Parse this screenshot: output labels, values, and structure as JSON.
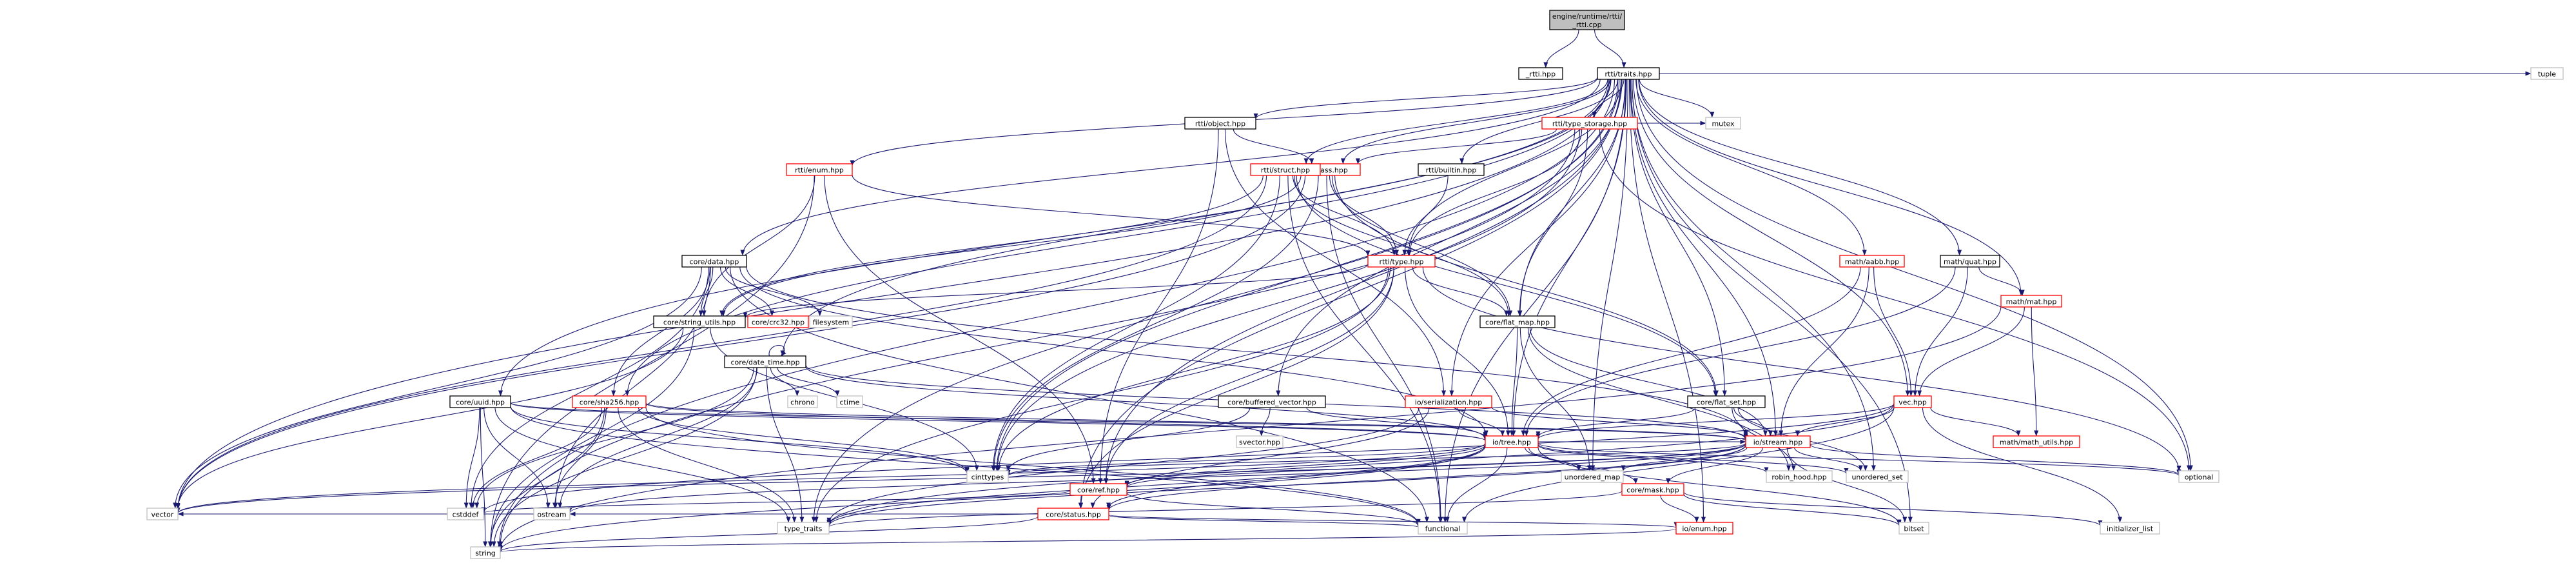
{
  "colors": {
    "edge": "#191970",
    "border_black": "#000000",
    "border_red": "#ff0000",
    "border_grey": "#bfbfbf",
    "root_fill": "#bfbfbf",
    "fill": "#ffffff",
    "text": "#000000"
  },
  "nodes": [
    {
      "id": "root",
      "label": "engine/runtime/rtti/_rtti.cpp",
      "kind": "root"
    },
    {
      "id": "rtti_hpp",
      "label": "_rtti.hpp",
      "kind": "black"
    },
    {
      "id": "traits",
      "label": "rtti/traits.hpp",
      "kind": "black"
    },
    {
      "id": "tuple",
      "label": "tuple",
      "kind": "grey"
    },
    {
      "id": "object",
      "label": "rtti/object.hpp",
      "kind": "black"
    },
    {
      "id": "type_storage",
      "label": "rtti/type_storage.hpp",
      "kind": "red"
    },
    {
      "id": "mutex",
      "label": "mutex",
      "kind": "grey"
    },
    {
      "id": "class",
      "label": "rtti/class.hpp",
      "kind": "red"
    },
    {
      "id": "builtin",
      "label": "rtti/builtin.hpp",
      "kind": "black"
    },
    {
      "id": "enum",
      "label": "rtti/enum.hpp",
      "kind": "red"
    },
    {
      "id": "struct",
      "label": "rtti/struct.hpp",
      "kind": "red"
    },
    {
      "id": "type",
      "label": "rtti/type.hpp",
      "kind": "red"
    },
    {
      "id": "coredata",
      "label": "core/data.hpp",
      "kind": "black"
    },
    {
      "id": "aabb",
      "label": "math/aabb.hpp",
      "kind": "red"
    },
    {
      "id": "quat",
      "label": "math/quat.hpp",
      "kind": "black"
    },
    {
      "id": "mat",
      "label": "math/mat.hpp",
      "kind": "red"
    },
    {
      "id": "string_utils",
      "label": "core/string_utils.hpp",
      "kind": "black"
    },
    {
      "id": "crc32",
      "label": "core/crc32.hpp",
      "kind": "red"
    },
    {
      "id": "filesystem",
      "label": "filesystem",
      "kind": "grey"
    },
    {
      "id": "flat_map",
      "label": "core/flat_map.hpp",
      "kind": "black"
    },
    {
      "id": "date_time",
      "label": "core/date_time.hpp",
      "kind": "black"
    },
    {
      "id": "chrono",
      "label": "chrono",
      "kind": "grey"
    },
    {
      "id": "ctime",
      "label": "ctime",
      "kind": "grey"
    },
    {
      "id": "buffered_vector",
      "label": "core/buffered_vector.hpp",
      "kind": "black"
    },
    {
      "id": "serialization",
      "label": "io/serialization.hpp",
      "kind": "red"
    },
    {
      "id": "flat_set",
      "label": "core/flat_set.hpp",
      "kind": "black"
    },
    {
      "id": "vec",
      "label": "vec.hpp",
      "kind": "red"
    },
    {
      "id": "uuid",
      "label": "core/uuid.hpp",
      "kind": "black"
    },
    {
      "id": "sha256",
      "label": "core/sha256.hpp",
      "kind": "red"
    },
    {
      "id": "svector",
      "label": "svector.hpp",
      "kind": "grey"
    },
    {
      "id": "tree",
      "label": "io/tree.hpp",
      "kind": "red"
    },
    {
      "id": "stream",
      "label": "io/stream.hpp",
      "kind": "red"
    },
    {
      "id": "math_utils",
      "label": "math/math_utils.hpp",
      "kind": "red"
    },
    {
      "id": "cinttypes",
      "label": "cinttypes",
      "kind": "grey"
    },
    {
      "id": "unordered_map",
      "label": "unordered_map",
      "kind": "grey"
    },
    {
      "id": "robin_hood",
      "label": "robin_hood.hpp",
      "kind": "grey"
    },
    {
      "id": "unordered_set",
      "label": "unordered_set",
      "kind": "grey"
    },
    {
      "id": "optional",
      "label": "optional",
      "kind": "grey"
    },
    {
      "id": "coreref",
      "label": "core/ref.hpp",
      "kind": "red"
    },
    {
      "id": "mask",
      "label": "core/mask.hpp",
      "kind": "red"
    },
    {
      "id": "status",
      "label": "core/status.hpp",
      "kind": "red"
    },
    {
      "id": "cstddef",
      "label": "cstddef",
      "kind": "grey"
    },
    {
      "id": "vector",
      "label": "vector",
      "kind": "grey"
    },
    {
      "id": "ostream",
      "label": "ostream",
      "kind": "grey"
    },
    {
      "id": "type_traits",
      "label": "type_traits",
      "kind": "grey"
    },
    {
      "id": "functional",
      "label": "functional",
      "kind": "grey"
    },
    {
      "id": "bitset",
      "label": "bitset",
      "kind": "grey"
    },
    {
      "id": "initializer_list",
      "label": "initializer_list",
      "kind": "grey"
    },
    {
      "id": "ioenum",
      "label": "io/enum.hpp",
      "kind": "red"
    },
    {
      "id": "string",
      "label": "string",
      "kind": "grey"
    }
  ],
  "edges": [
    [
      "root",
      "rtti_hpp"
    ],
    [
      "root",
      "traits"
    ],
    [
      "traits",
      "tuple"
    ],
    [
      "traits",
      "object"
    ],
    [
      "traits",
      "type_storage"
    ],
    [
      "traits",
      "mutex"
    ],
    [
      "traits",
      "class"
    ],
    [
      "traits",
      "builtin"
    ],
    [
      "traits",
      "enum"
    ],
    [
      "traits",
      "struct"
    ],
    [
      "traits",
      "type"
    ],
    [
      "traits",
      "coredata"
    ],
    [
      "traits",
      "aabb"
    ],
    [
      "traits",
      "quat"
    ],
    [
      "traits",
      "mat"
    ],
    [
      "traits",
      "flat_map"
    ],
    [
      "traits",
      "date_time"
    ],
    [
      "traits",
      "buffered_vector"
    ],
    [
      "traits",
      "serialization"
    ],
    [
      "traits",
      "flat_set"
    ],
    [
      "traits",
      "vec"
    ],
    [
      "traits",
      "uuid"
    ],
    [
      "traits",
      "sha256"
    ],
    [
      "traits",
      "tree"
    ],
    [
      "traits",
      "stream"
    ],
    [
      "traits",
      "cinttypes"
    ],
    [
      "traits",
      "unordered_map"
    ],
    [
      "traits",
      "unordered_set"
    ],
    [
      "traits",
      "optional"
    ],
    [
      "traits",
      "coreref"
    ],
    [
      "traits",
      "status"
    ],
    [
      "traits",
      "vector"
    ],
    [
      "traits",
      "type_traits"
    ],
    [
      "traits",
      "functional"
    ],
    [
      "traits",
      "bitset"
    ],
    [
      "traits",
      "ioenum"
    ],
    [
      "traits",
      "string"
    ],
    [
      "object",
      "class"
    ],
    [
      "object",
      "coreref"
    ],
    [
      "object",
      "serialization"
    ],
    [
      "type_storage",
      "class"
    ],
    [
      "type_storage",
      "mutex"
    ],
    [
      "type_storage",
      "type"
    ],
    [
      "type_storage",
      "flat_map"
    ],
    [
      "type_storage",
      "cinttypes"
    ],
    [
      "type_storage",
      "optional"
    ],
    [
      "type_storage",
      "string"
    ],
    [
      "class",
      "struct"
    ],
    [
      "class",
      "type"
    ],
    [
      "class",
      "string_utils"
    ],
    [
      "class",
      "flat_map"
    ],
    [
      "class",
      "flat_set"
    ],
    [
      "class",
      "cinttypes"
    ],
    [
      "class",
      "vector"
    ],
    [
      "class",
      "functional"
    ],
    [
      "builtin",
      "type"
    ],
    [
      "enum",
      "type"
    ],
    [
      "enum",
      "string_utils"
    ],
    [
      "enum",
      "coreref"
    ],
    [
      "enum",
      "string"
    ],
    [
      "struct",
      "type"
    ],
    [
      "struct",
      "string_utils"
    ],
    [
      "struct",
      "flat_map"
    ],
    [
      "struct",
      "flat_set"
    ],
    [
      "struct",
      "cinttypes"
    ],
    [
      "struct",
      "vector"
    ],
    [
      "struct",
      "functional"
    ],
    [
      "type",
      "string_utils"
    ],
    [
      "type",
      "flat_map"
    ],
    [
      "type",
      "tree"
    ],
    [
      "type",
      "status"
    ],
    [
      "type",
      "coreref"
    ],
    [
      "type",
      "cinttypes"
    ],
    [
      "type",
      "type_traits"
    ],
    [
      "type",
      "optional"
    ],
    [
      "coredata",
      "string_utils"
    ],
    [
      "coredata",
      "crc32"
    ],
    [
      "coredata",
      "filesystem"
    ],
    [
      "coredata",
      "sha256"
    ],
    [
      "coredata",
      "tree"
    ],
    [
      "coredata",
      "stream"
    ],
    [
      "coredata",
      "cstddef"
    ],
    [
      "coredata",
      "ostream"
    ],
    [
      "coredata",
      "vector"
    ],
    [
      "coredata",
      "functional"
    ],
    [
      "aabb",
      "vec"
    ],
    [
      "aabb",
      "tree"
    ],
    [
      "aabb",
      "stream"
    ],
    [
      "quat",
      "vec"
    ],
    [
      "quat",
      "mat"
    ],
    [
      "quat",
      "tree"
    ],
    [
      "mat",
      "vec"
    ],
    [
      "mat",
      "math_utils"
    ],
    [
      "mat",
      "string"
    ],
    [
      "string_utils",
      "vector"
    ],
    [
      "string_utils",
      "string"
    ],
    [
      "string_utils",
      "cinttypes"
    ],
    [
      "flat_map",
      "tree"
    ],
    [
      "flat_map",
      "stream"
    ],
    [
      "flat_map",
      "robin_hood"
    ],
    [
      "flat_map",
      "unordered_map"
    ],
    [
      "date_time",
      "date_time"
    ],
    [
      "date_time",
      "chrono"
    ],
    [
      "date_time",
      "ctime"
    ],
    [
      "date_time",
      "tree"
    ],
    [
      "date_time",
      "stream"
    ],
    [
      "date_time",
      "cstddef"
    ],
    [
      "date_time",
      "ostream"
    ],
    [
      "date_time",
      "type_traits"
    ],
    [
      "date_time",
      "string"
    ],
    [
      "buffered_vector",
      "svector"
    ],
    [
      "buffered_vector",
      "tree"
    ],
    [
      "buffered_vector",
      "cinttypes"
    ],
    [
      "serialization",
      "tree"
    ],
    [
      "serialization",
      "stream"
    ],
    [
      "serialization",
      "status"
    ],
    [
      "serialization",
      "type_traits"
    ],
    [
      "flat_set",
      "tree"
    ],
    [
      "flat_set",
      "stream"
    ],
    [
      "flat_set",
      "robin_hood"
    ],
    [
      "flat_set",
      "unordered_set"
    ],
    [
      "vec",
      "math_utils"
    ],
    [
      "vec",
      "tree"
    ],
    [
      "vec",
      "stream"
    ],
    [
      "vec",
      "cstddef"
    ],
    [
      "vec",
      "type_traits"
    ],
    [
      "vec",
      "functional"
    ],
    [
      "vec",
      "initializer_list"
    ],
    [
      "uuid",
      "tree"
    ],
    [
      "uuid",
      "stream"
    ],
    [
      "uuid",
      "cstddef"
    ],
    [
      "uuid",
      "ostream"
    ],
    [
      "uuid",
      "string"
    ],
    [
      "uuid",
      "cinttypes"
    ],
    [
      "uuid",
      "type_traits"
    ],
    [
      "uuid",
      "functional"
    ],
    [
      "sha256",
      "tree"
    ],
    [
      "sha256",
      "stream"
    ],
    [
      "sha256",
      "cstddef"
    ],
    [
      "sha256",
      "ostream"
    ],
    [
      "sha256",
      "string"
    ],
    [
      "sha256",
      "cinttypes"
    ],
    [
      "sha256",
      "type_traits"
    ],
    [
      "sha256",
      "functional"
    ],
    [
      "tree",
      "stream"
    ],
    [
      "tree",
      "cinttypes"
    ],
    [
      "tree",
      "unordered_map"
    ],
    [
      "tree",
      "robin_hood"
    ],
    [
      "tree",
      "unordered_set"
    ],
    [
      "tree",
      "optional"
    ],
    [
      "tree",
      "coreref"
    ],
    [
      "tree",
      "mask"
    ],
    [
      "tree",
      "status"
    ],
    [
      "tree",
      "vector"
    ],
    [
      "tree",
      "type_traits"
    ],
    [
      "tree",
      "functional"
    ],
    [
      "tree",
      "bitset"
    ],
    [
      "tree",
      "string"
    ],
    [
      "stream",
      "cinttypes"
    ],
    [
      "stream",
      "unordered_map"
    ],
    [
      "stream",
      "unordered_set"
    ],
    [
      "stream",
      "optional"
    ],
    [
      "stream",
      "coreref"
    ],
    [
      "stream",
      "mask"
    ],
    [
      "stream",
      "status"
    ],
    [
      "stream",
      "vector"
    ],
    [
      "stream",
      "ostream"
    ],
    [
      "stream",
      "type_traits"
    ],
    [
      "stream",
      "bitset"
    ],
    [
      "coreref",
      "cstddef"
    ],
    [
      "coreref",
      "functional"
    ],
    [
      "mask",
      "ioenum"
    ],
    [
      "mask",
      "bitset"
    ],
    [
      "mask",
      "initializer_list"
    ],
    [
      "mask",
      "type_traits"
    ],
    [
      "status",
      "ioenum"
    ],
    [
      "status",
      "string"
    ],
    [
      "status",
      "ostream"
    ],
    [
      "status",
      "functional"
    ],
    [
      "status",
      "vector"
    ],
    [
      "ioenum",
      "string"
    ]
  ]
}
